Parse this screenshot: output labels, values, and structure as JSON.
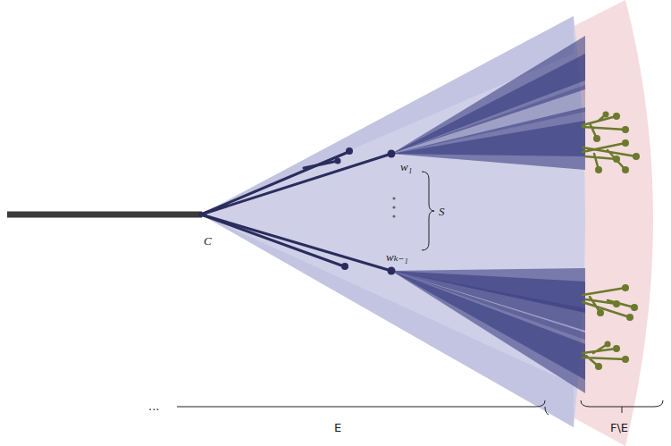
{
  "diagram": {
    "labels": [
      "C",
      "w₁",
      "S",
      "wₖ₋₁",
      "...",
      "E",
      "F\\E"
    ]
  }
}
